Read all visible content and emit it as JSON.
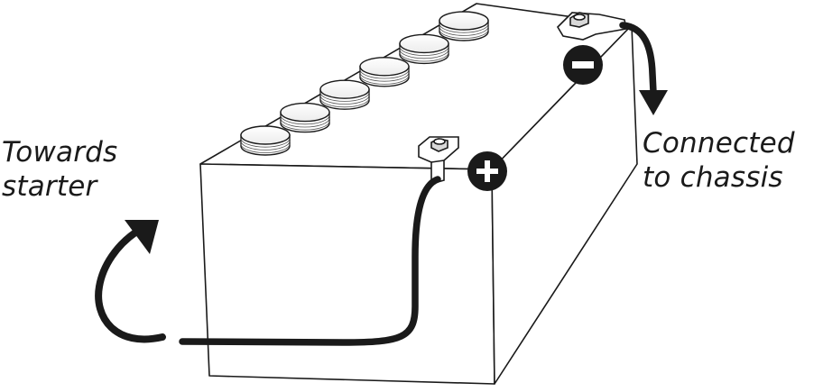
{
  "labels": {
    "towards_starter": [
      "Towards",
      "starter"
    ],
    "connected_to_chassis": [
      "Connected",
      "to chassis"
    ]
  },
  "terminals": {
    "positive_symbol": "+",
    "negative_symbol": "−"
  },
  "cell_caps_count": 6,
  "colors": {
    "outline": "#1a1a1a",
    "fill": "#ffffff",
    "cable": "#1a1a1a"
  },
  "icons": {
    "positive": "plus-circle-icon",
    "negative": "minus-circle-icon",
    "arrow_left": "curved-arrow-up-icon",
    "arrow_right": "curved-arrow-down-icon"
  }
}
